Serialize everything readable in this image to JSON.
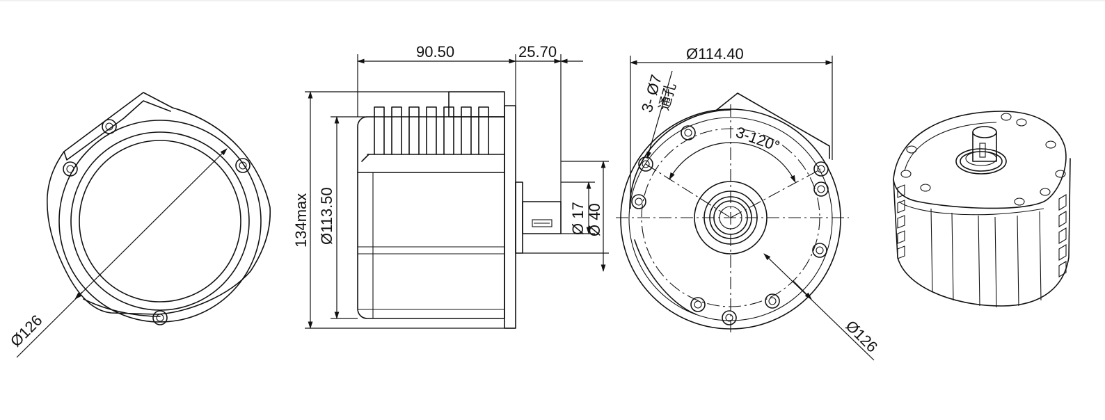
{
  "dimensions": {
    "front_diameter": "Ø126",
    "side_length": "90.50",
    "shaft_length": "25.70",
    "overall_height": "134max",
    "flange_diameter": "Ø113.50",
    "shaft_diameter": "Ø 17",
    "boss_diameter": "Ø 40",
    "rear_width": "Ø114.40",
    "hole_count_spec": "3- Ø7",
    "hole_type": "通孔",
    "hole_angle": "3-120°",
    "rear_diameter": "Ø126"
  }
}
